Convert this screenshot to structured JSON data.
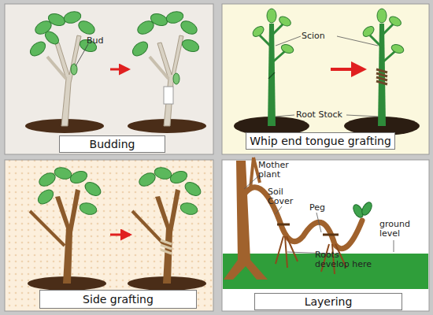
{
  "diagram": {
    "nodes": [
      {
        "text": [
          "Budding"
        ]
      },
      {
        "text": [
          "Whip end tongue grafting"
        ]
      },
      {
        "text": [
          "Side grafting"
        ]
      },
      {
        "text": [
          "Layering"
        ]
      }
    ],
    "labels": [
      "Bud",
      "Scion",
      "Root Stock",
      "Mother plant",
      "Soil Cover",
      "Peg",
      "Roots develop here",
      "ground level"
    ]
  }
}
